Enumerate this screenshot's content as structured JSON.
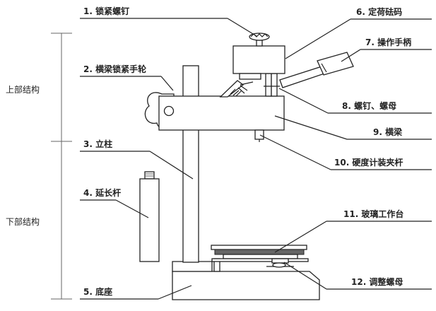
{
  "sections": {
    "upper": "上部结构",
    "lower": "下部结构"
  },
  "labels": {
    "l1": "1. 锁紧螺钉",
    "l2": "2. 横梁锁紧手轮",
    "l3": "3. 立柱",
    "l4": "4. 延长杆",
    "l5": "5. 底座",
    "l6": "6. 定荷砝码",
    "l7": "7. 操作手柄",
    "l8": "8. 螺钉、螺母",
    "l9": "9. 横梁",
    "l10": "10. 硬度计装夹杆",
    "l11": "11. 玻璃工作台",
    "l12": "12. 调整螺母"
  }
}
